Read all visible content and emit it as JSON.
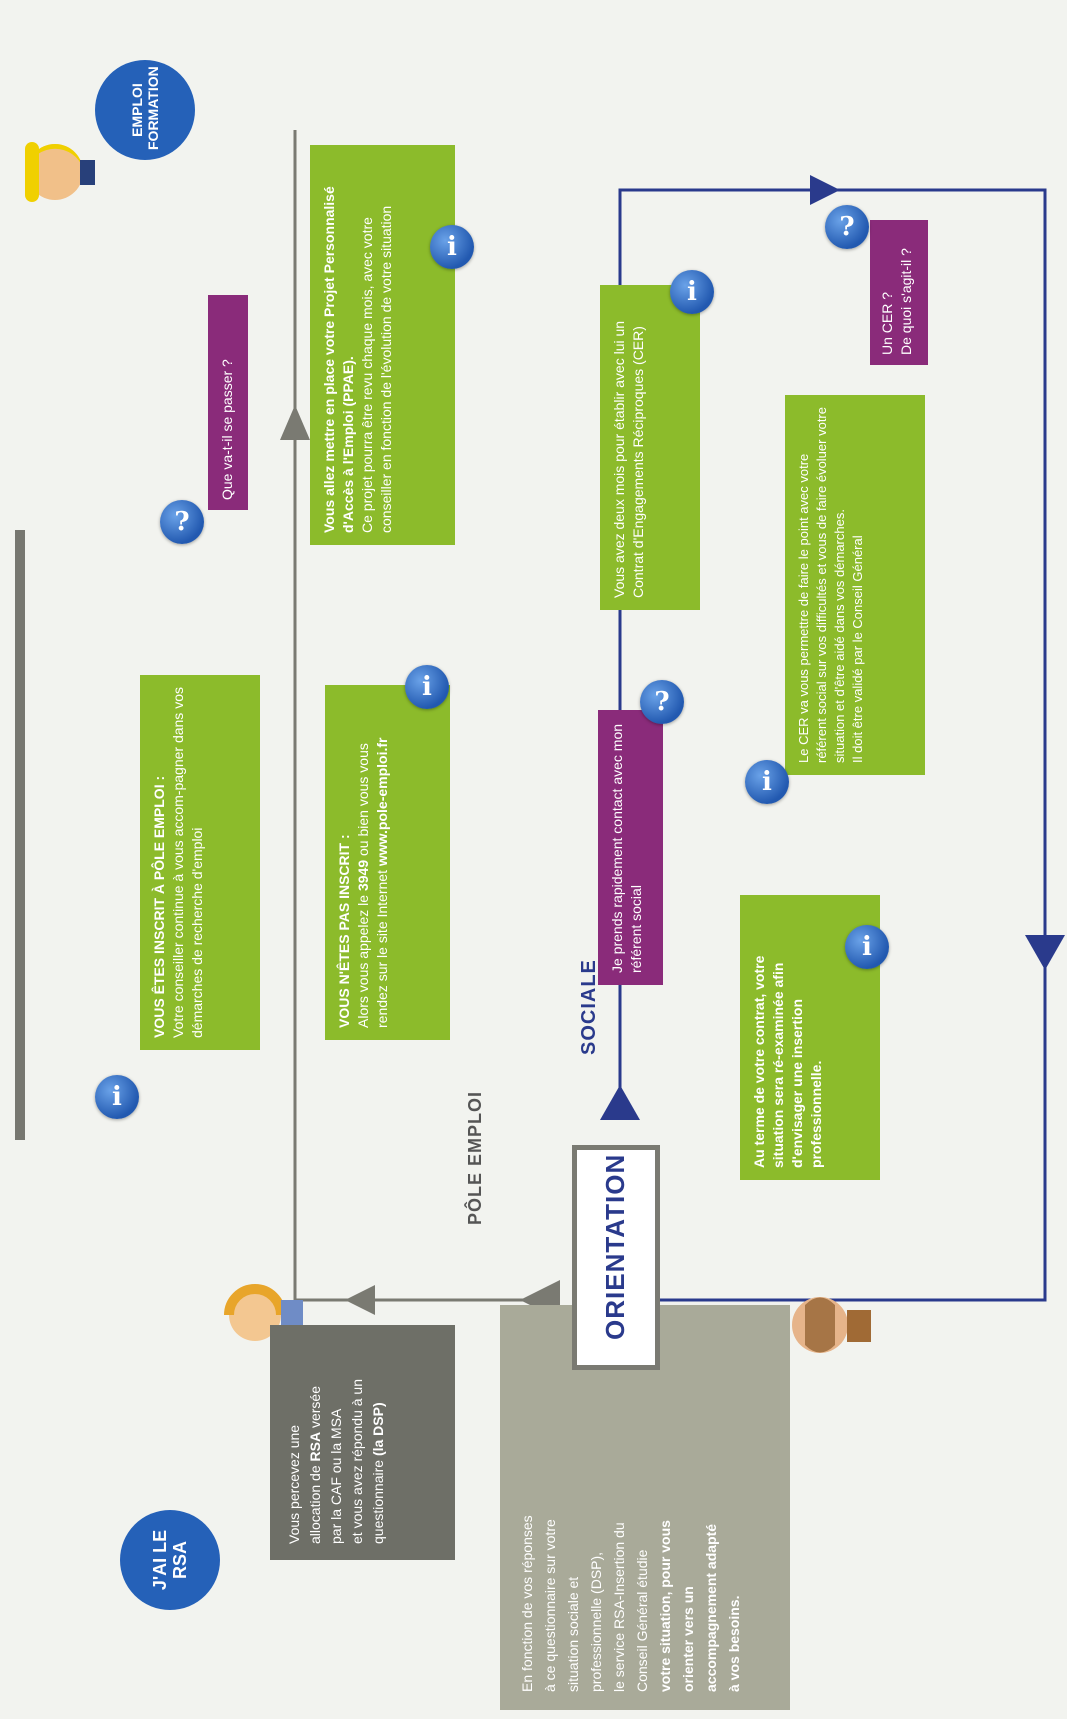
{
  "header_left": {
    "badge": "J'AI LE RSA"
  },
  "header_right": {
    "badge": "EMPLOI FORMATION"
  },
  "intro_box": {
    "line1": "Vous percevez une",
    "line2_pre": "allocation de ",
    "line2_bold": "RSA",
    "line2_post": " versée",
    "line3": "par la CAF ou la MSA",
    "line4": "et vous avez répondu à un",
    "line5_pre": "questionnaire ",
    "line5_bold": "(la DSP)"
  },
  "answers_box": {
    "lines": [
      "En fonction de vos réponses",
      "à ce questionnaire sur votre",
      "situation sociale et",
      "professionnelle (DSP),",
      "le service RSA-Insertion du",
      "Conseil Général étudie"
    ],
    "bold_lines": [
      "votre situation, pour vous",
      "orienter vers un",
      "accompagnement adapté",
      "à vos besoins."
    ]
  },
  "orientation": {
    "label": "ORIENTATION"
  },
  "branch_pole_emploi": {
    "label": "PÔLE EMPLOI"
  },
  "branch_sociale": {
    "label": "SOCIALE"
  },
  "bubble_inscrit": {
    "title": "VOUS ÊTES INSCRIT À PÔLE EMPLOI :",
    "text": "Votre conseiller continue à vous accom-pagner dans vos démarches de recherche d'emploi"
  },
  "bubble_pas_inscrit": {
    "title": "VOUS N'ÊTES PAS INSCRIT :",
    "text_pre": "Alors vous appelez le ",
    "phone": "3949",
    "text_mid": " ou bien vous vous rendez sur le site Internet ",
    "site": "www.pole-emploi.fr"
  },
  "question_passer": {
    "text": "Que va-t-il se passer ?"
  },
  "bubble_ppae": {
    "title": "Vous allez mettre en place votre Projet Personnalisé d'Accès à l'Emploi (PPAE).",
    "text": "Ce projet pourra être revu chaque mois, avec votre conseiller en fonction de l'évolution de votre situation"
  },
  "question_contact": {
    "text": "Je prends rapidement contact avec mon référent social"
  },
  "bubble_cer_sign": {
    "text": "Vous avez deux mois pour établir avec lui un Contrat d'Engagements Réciproques (CER)"
  },
  "bubble_cer_detail": {
    "text": "Le CER va vous permettre de faire le point avec votre référent social sur vos difficultés et vous de faire évoluer votre situation et d'être aidé dans vos démarches.",
    "text2": "Il doit être validé par le Conseil Général"
  },
  "question_cer": {
    "line1": "Un CER ?",
    "line2": "De quoi s'agit-il ?"
  },
  "bubble_terme": {
    "text": "Au terme de votre contrat, votre situation sera ré-examinée afin d'envisager une insertion professionnelle."
  },
  "colors": {
    "green": "#8cbb2b",
    "purple": "#8a2b7a",
    "navy": "#2a3a8c",
    "grey_line": "#7a7a72",
    "blue_badge": "#2561b8"
  },
  "icons": {
    "info": "info-bubble-icon",
    "question": "question-bubble-icon"
  },
  "glyphs": {
    "info": "i",
    "question": "?"
  }
}
